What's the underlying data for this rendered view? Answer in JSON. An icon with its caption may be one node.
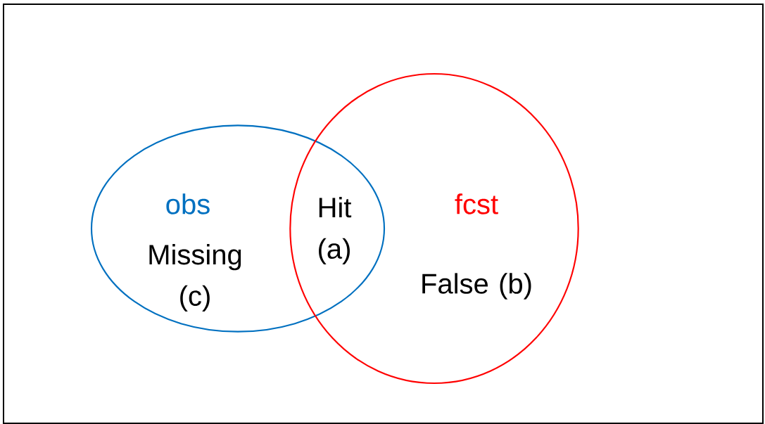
{
  "diagram": {
    "nodes": [
      {
        "text": [
          "obs",
          "Missing (c)"
        ]
      },
      {
        "text": [
          "fcst",
          "False (b)"
        ]
      }
    ],
    "labels": [
      "Hit (a)"
    ]
  }
}
